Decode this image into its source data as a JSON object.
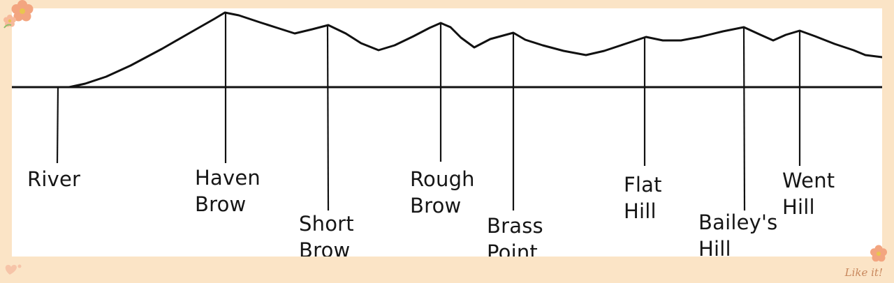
{
  "labels": [
    {
      "id": "river",
      "text": "River"
    },
    {
      "id": "haven-brow",
      "text": "Haven\nBrow"
    },
    {
      "id": "short-brow",
      "text": "Short\nBrow"
    },
    {
      "id": "rough-brow",
      "text": "Rough\nBrow"
    },
    {
      "id": "brass-point",
      "text": "Brass\nPoint"
    },
    {
      "id": "flat-hill",
      "text": "Flat\nHill"
    },
    {
      "id": "baileys-hill",
      "text": "Bailey's\nHill"
    },
    {
      "id": "went-hill",
      "text": "Went\nHill"
    }
  ],
  "watermark": "Like it!",
  "colors": {
    "border": "#fbe4c6",
    "ink": "#111111",
    "flower": "#f2a07b",
    "flower_center": "#e9c54f"
  }
}
